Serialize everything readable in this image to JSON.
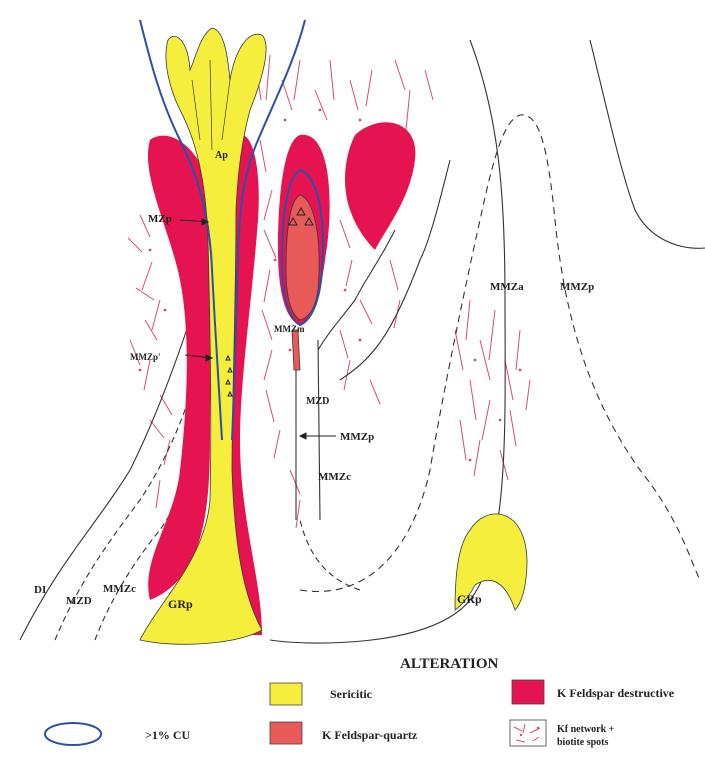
{
  "colors": {
    "sericitic": "#f6ee3c",
    "k_feldspar_destructive": "#e5134f",
    "k_feldspar_quartz": "#e85a58",
    "cu_outline": "#2e4fa6",
    "kf_network": "#d2506d",
    "contact_line": "#333333"
  },
  "labels": {
    "ap": "Ap",
    "mzp": "MZp",
    "mmzp_prime": "MMZp'",
    "mmzm": "MMZm",
    "mzd_center": "MZD",
    "mmzp_center": "MMZp",
    "mmzc_center": "MMZc",
    "mmza": "MMZa",
    "mmzp_right": "MMZp",
    "di": "DI",
    "mzd_left": "MZD",
    "mmzc_left": "MMZc",
    "grp_left": "GRp",
    "grp_right": "GRp"
  },
  "legend": {
    "title": "ALTERATION",
    "cu_label": ">1% CU",
    "sericitic": "Sericitic",
    "k_feldspar_destructive": "K Feldspar destructive",
    "k_feldspar_quartz": "K Feldspar-quartz",
    "kf_network_line1": "Kf network +",
    "kf_network_line2": "biotite spots"
  }
}
